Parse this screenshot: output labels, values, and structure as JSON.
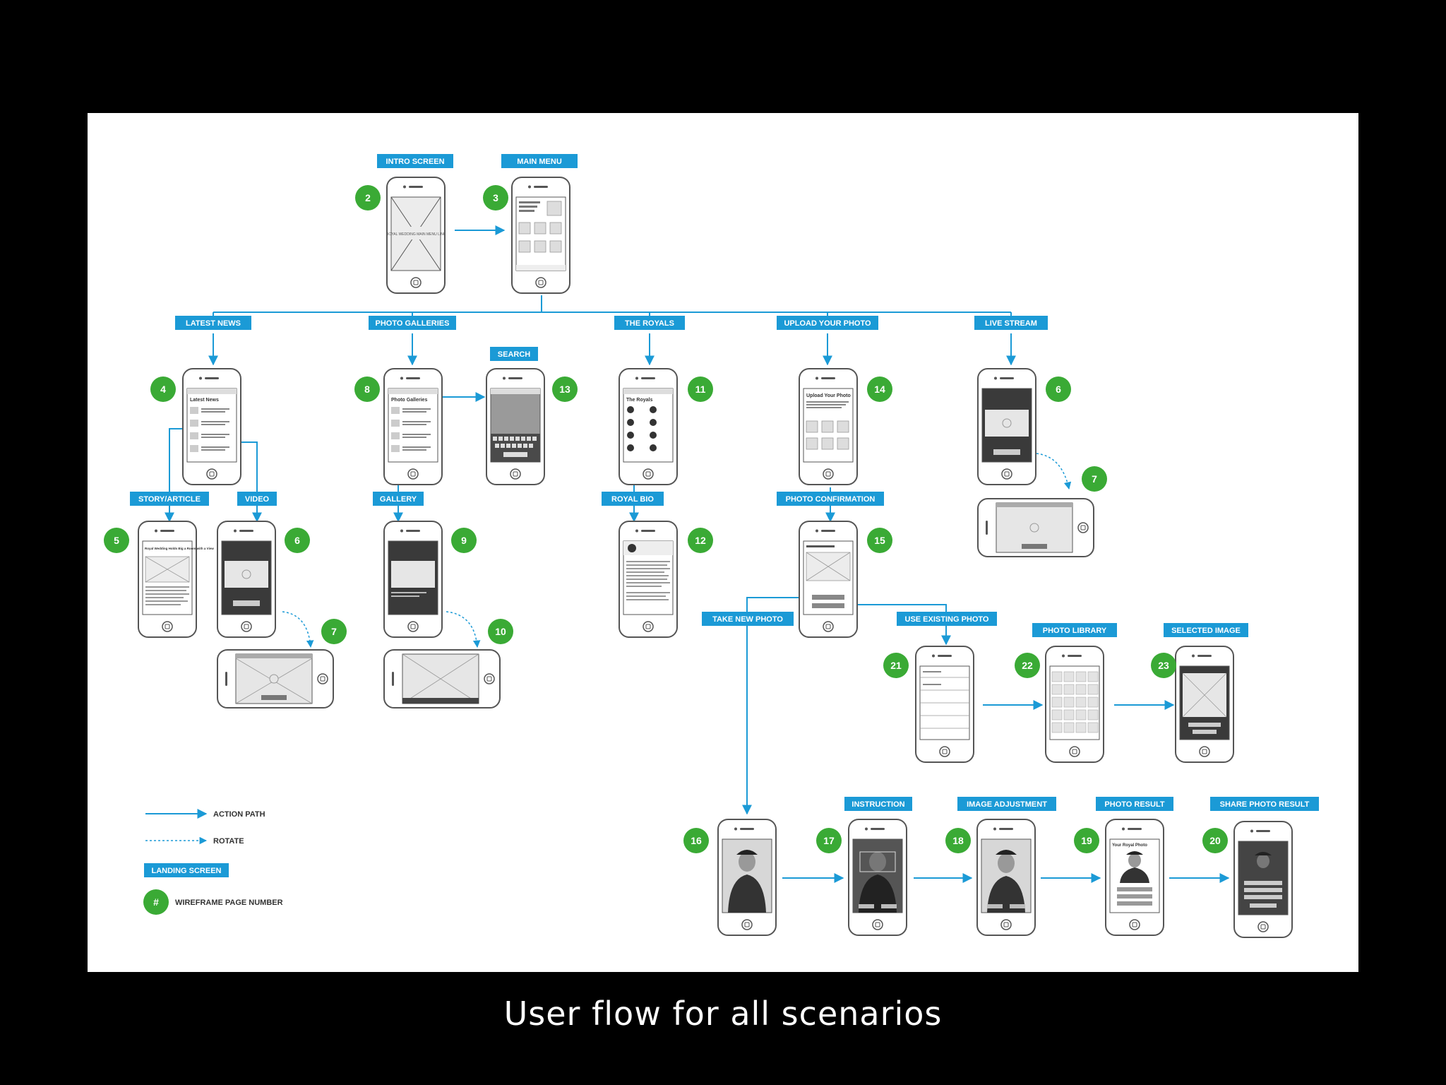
{
  "caption": "User flow for all scenarios",
  "colors": {
    "accent": "#1b9ad6",
    "badge": "#3aaa35",
    "outline": "#555555",
    "screen": "#d7d7d7",
    "dark": "#3a3a3a"
  },
  "labels": {
    "intro": "INTRO SCREEN",
    "main_menu": "MAIN MENU",
    "latest_news": "LATEST NEWS",
    "photo_galleries": "PHOTO GALLERIES",
    "search": "SEARCH",
    "the_royals": "THE ROYALS",
    "upload": "UPLOAD YOUR PHOTO",
    "live_stream": "LIVE STREAM",
    "story": "STORY/ARTICLE",
    "video": "VIDEO",
    "gallery": "GALLERY",
    "royal_bio": "ROYAL BIO",
    "photo_confirm": "PHOTO CONFIRMATION",
    "take_new": "TAKE NEW PHOTO",
    "use_existing": "USE EXISTING PHOTO",
    "photo_library": "PHOTO LIBRARY",
    "selected_image": "SELECTED IMAGE",
    "instruction": "INSTRUCTION",
    "image_adjust": "IMAGE ADJUSTMENT",
    "photo_result": "PHOTO RESULT",
    "share_result": "SHARE PHOTO RESULT"
  },
  "screens": {
    "s2": "2",
    "s3": "3",
    "s4": "4",
    "s8": "8",
    "s13": "13",
    "s11": "11",
    "s14": "14",
    "s6a": "6",
    "s7a": "7",
    "s5": "5",
    "s6b": "6",
    "s7b": "7",
    "s9": "9",
    "s10": "10",
    "s12": "12",
    "s15": "15",
    "s21": "21",
    "s22": "22",
    "s23": "23",
    "s16": "16",
    "s17": "17",
    "s18": "18",
    "s19": "19",
    "s20": "20"
  },
  "screen_text": {
    "intro_body": "ROYAL WEDDING MAIN MENU LINK",
    "latest_news": "Latest News",
    "photo_galleries": "Photo Galleries",
    "the_royals": "The Royals",
    "upload_photo": "Upload Your Photo",
    "story_headline": "Royal Wedding Holds Big a Room with a View",
    "your_royal_photo": "Your Royal Photo"
  },
  "legend": {
    "action_path": "ACTION PATH",
    "rotate": "ROTATE",
    "landing_screen": "LANDING SCREEN",
    "badge_symbol": "#",
    "page_number": "WIREFRAME PAGE NUMBER"
  }
}
